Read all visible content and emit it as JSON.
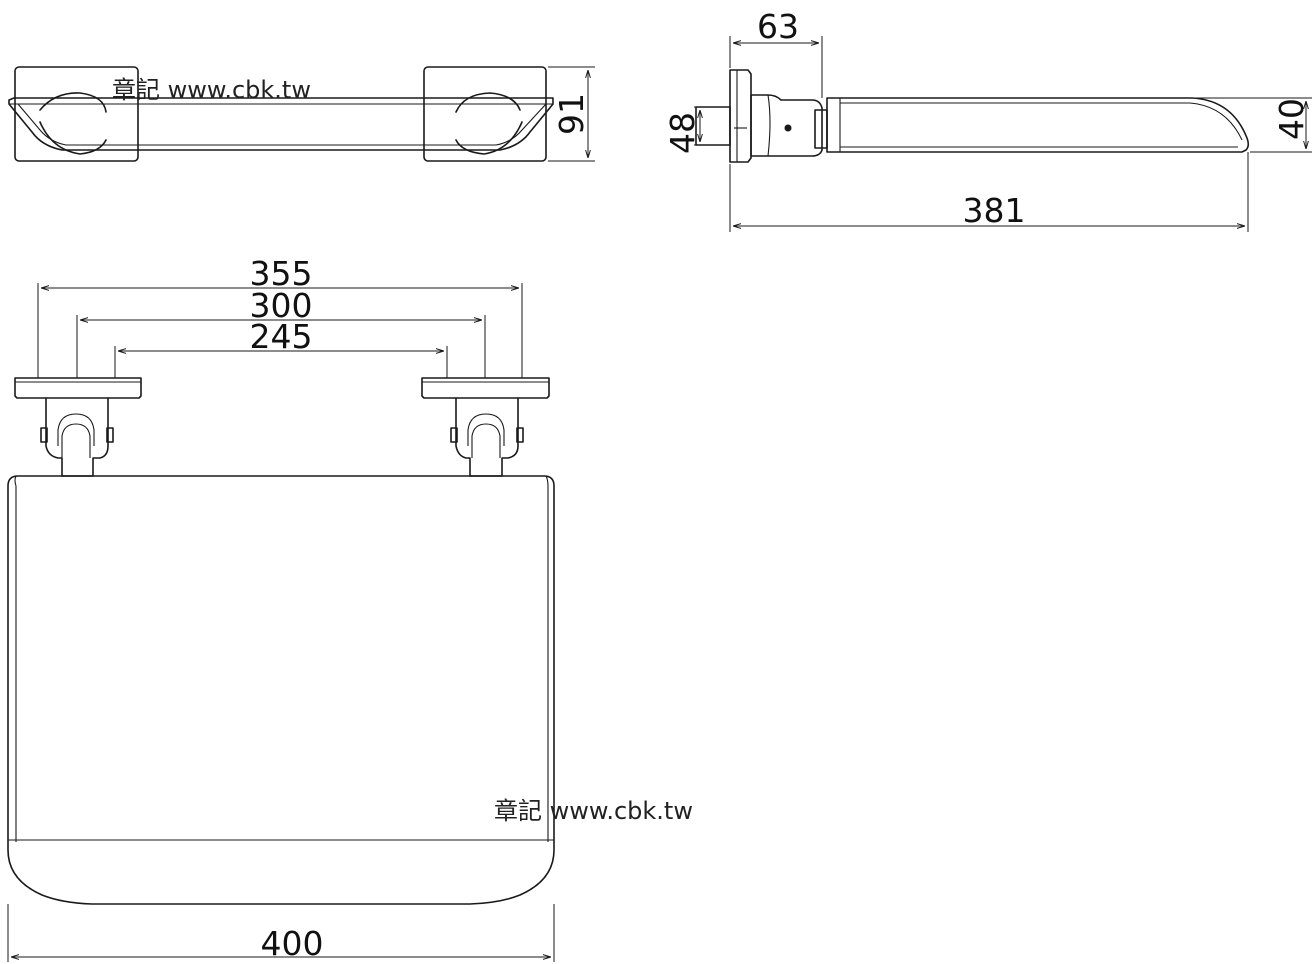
{
  "watermark": {
    "prefix": "章記",
    "site": "www.cbk.tw"
  },
  "dimensions": {
    "top_height": "91",
    "side_depth": "63",
    "side_bracket_height": "48",
    "side_seat_thickness": "40",
    "side_length": "381",
    "outer_span": "355",
    "mid_span": "300",
    "inner_span": "245",
    "seat_width": "400"
  }
}
